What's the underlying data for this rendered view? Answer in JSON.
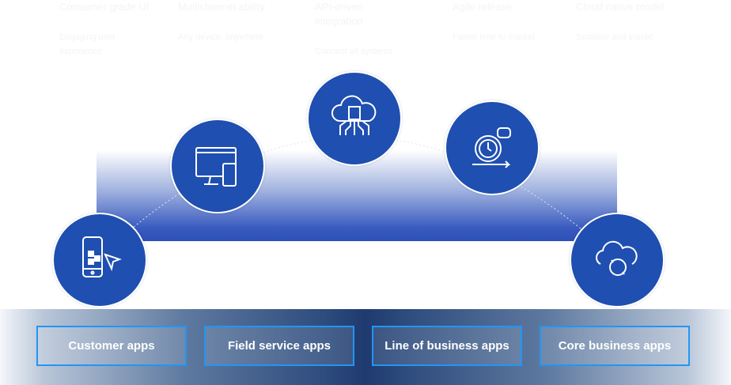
{
  "top_labels": [
    {
      "title": "Consumer grade UI",
      "desc": "Engaging user experience"
    },
    {
      "title": "Multichannel ability",
      "desc": "Any device, anywhere"
    },
    {
      "title": "API-driven integration",
      "desc": "Connect all systems"
    },
    {
      "title": "Agile release",
      "desc": "Faster time to market"
    },
    {
      "title": "Cloud native model",
      "desc": "Scalable and elastic"
    }
  ],
  "icons": [
    "mobile-touch-icon",
    "multi-device-icon",
    "cloud-chip-icon",
    "agile-clock-icon",
    "cloud-sync-icon"
  ],
  "apps": [
    "Customer apps",
    "Field service apps",
    "Line of business apps",
    "Core business apps"
  ],
  "colors": {
    "circle": "#1f4fb0",
    "button_border": "#2196f3",
    "strip_center": "#1f3a6e"
  }
}
